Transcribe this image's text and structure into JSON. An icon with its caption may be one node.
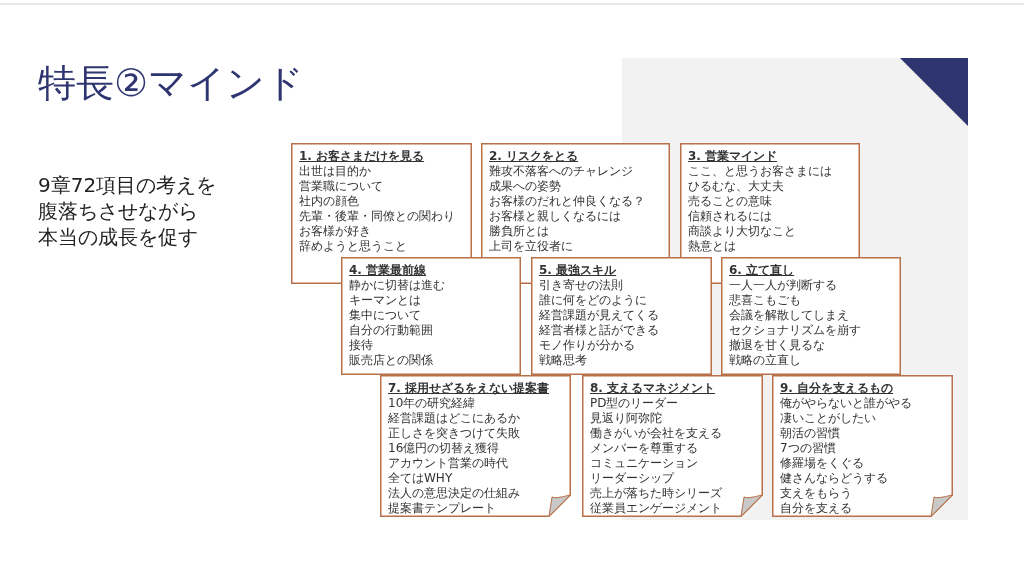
{
  "diagram": {
    "title": "特長②マインド",
    "nodes": [
      {
        "text": [
          "1. お客さまだけを見る",
          "出世は目的か",
          "営業職について",
          "社内の顔色",
          "先輩・後輩・同僚との関わり",
          "お客様が好き",
          "辞めようと思うこと"
        ]
      },
      {
        "text": [
          "2. リスクをとる",
          "難攻不落客へのチャレンジ",
          "成果への姿勢",
          "お客様のだれと仲良くなる？",
          "お客様と親しくなるには",
          "勝負所とは",
          "上司を立役者に"
        ]
      },
      {
        "text": [
          "3. 営業マインド",
          "ここ、と思うお客さまには",
          "ひるむな、大丈夫",
          "売ることの意味",
          "信頼されるには",
          "商談より大切なこと",
          "熱意とは"
        ]
      },
      {
        "text": [
          "4. 営業最前線",
          "静かに切替は進む",
          "キーマンとは",
          "集中について",
          "自分の行動範囲",
          "接待",
          "販売店との関係"
        ]
      },
      {
        "text": [
          "5. 最強スキル",
          "引き寄せの法則",
          "誰に何をどのように",
          "経営課題が見えてくる",
          "経営者様と話ができる",
          "モノ作りが分かる",
          "戦略思考"
        ]
      },
      {
        "text": [
          "6. 立て直し",
          "一人一人が判断する",
          "悲喜こもごも",
          "会議を解散してしまえ",
          "セクショナリズムを崩す",
          "撤退を甘く見るな",
          "戦略の立直し"
        ]
      },
      {
        "text": [
          "7. 採用せざるをえない提案書",
          "10年の研究経緯",
          "経営課題はどこにあるか",
          "正しさを突きつけて失敗",
          "16億円の切替え獲得",
          "アカウント営業の時代",
          "全てはWHY",
          "法人の意思決定の仕組み",
          "提案書テンプレート"
        ]
      },
      {
        "text": [
          "8. 支えるマネジメント",
          "PD型のリーダー",
          "見返り阿弥陀",
          "働きがいが会社を支える",
          "メンバーを尊重する",
          "コミュニケーション",
          "リーダーシップ",
          "売上が落ちた時シリーズ",
          "従業員エンゲージメント"
        ]
      },
      {
        "text": [
          "9. 自分を支えるもの",
          "俺がやらないと誰がやる",
          "凄いことがしたい",
          "朝活の習慣",
          "7つの習慣",
          "修羅場をくぐる",
          "健さんならどうする",
          "支えをもらう",
          "自分を支える"
        ]
      }
    ],
    "labels": [
      "9章72項目の考えを",
      "腹落ちさせながら",
      "本当の成長を促す"
    ]
  }
}
